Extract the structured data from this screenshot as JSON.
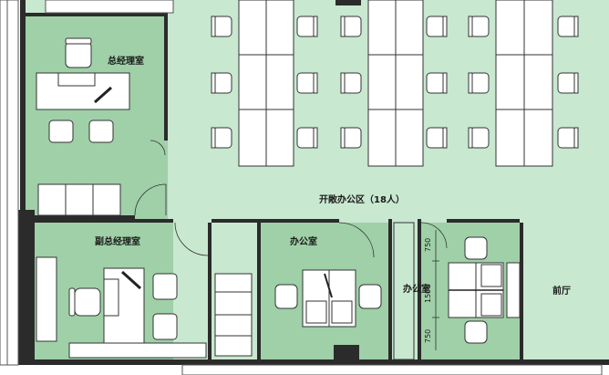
{
  "colors": {
    "open_office_floor": "#c8e8d0",
    "room_floor": "#9fd0a8",
    "wall": "#2b2b2b",
    "furniture": "#ffffff",
    "line": "#333333"
  },
  "rooms": {
    "general_manager": "总经理室",
    "deputy_manager": "副总经理室",
    "office_a": "办公室",
    "office_b": "办公室",
    "open_office": "开敞办公区（18人）",
    "lobby": "前厅"
  },
  "dimensions": {
    "d1": "750",
    "d2": "1500",
    "d3": "750"
  },
  "icons": {
    "chair": "chair-icon",
    "desk": "desk-icon",
    "door_swing": "door-swing-icon",
    "sofa": "sofa-icon",
    "cabinet": "cabinet-icon"
  }
}
